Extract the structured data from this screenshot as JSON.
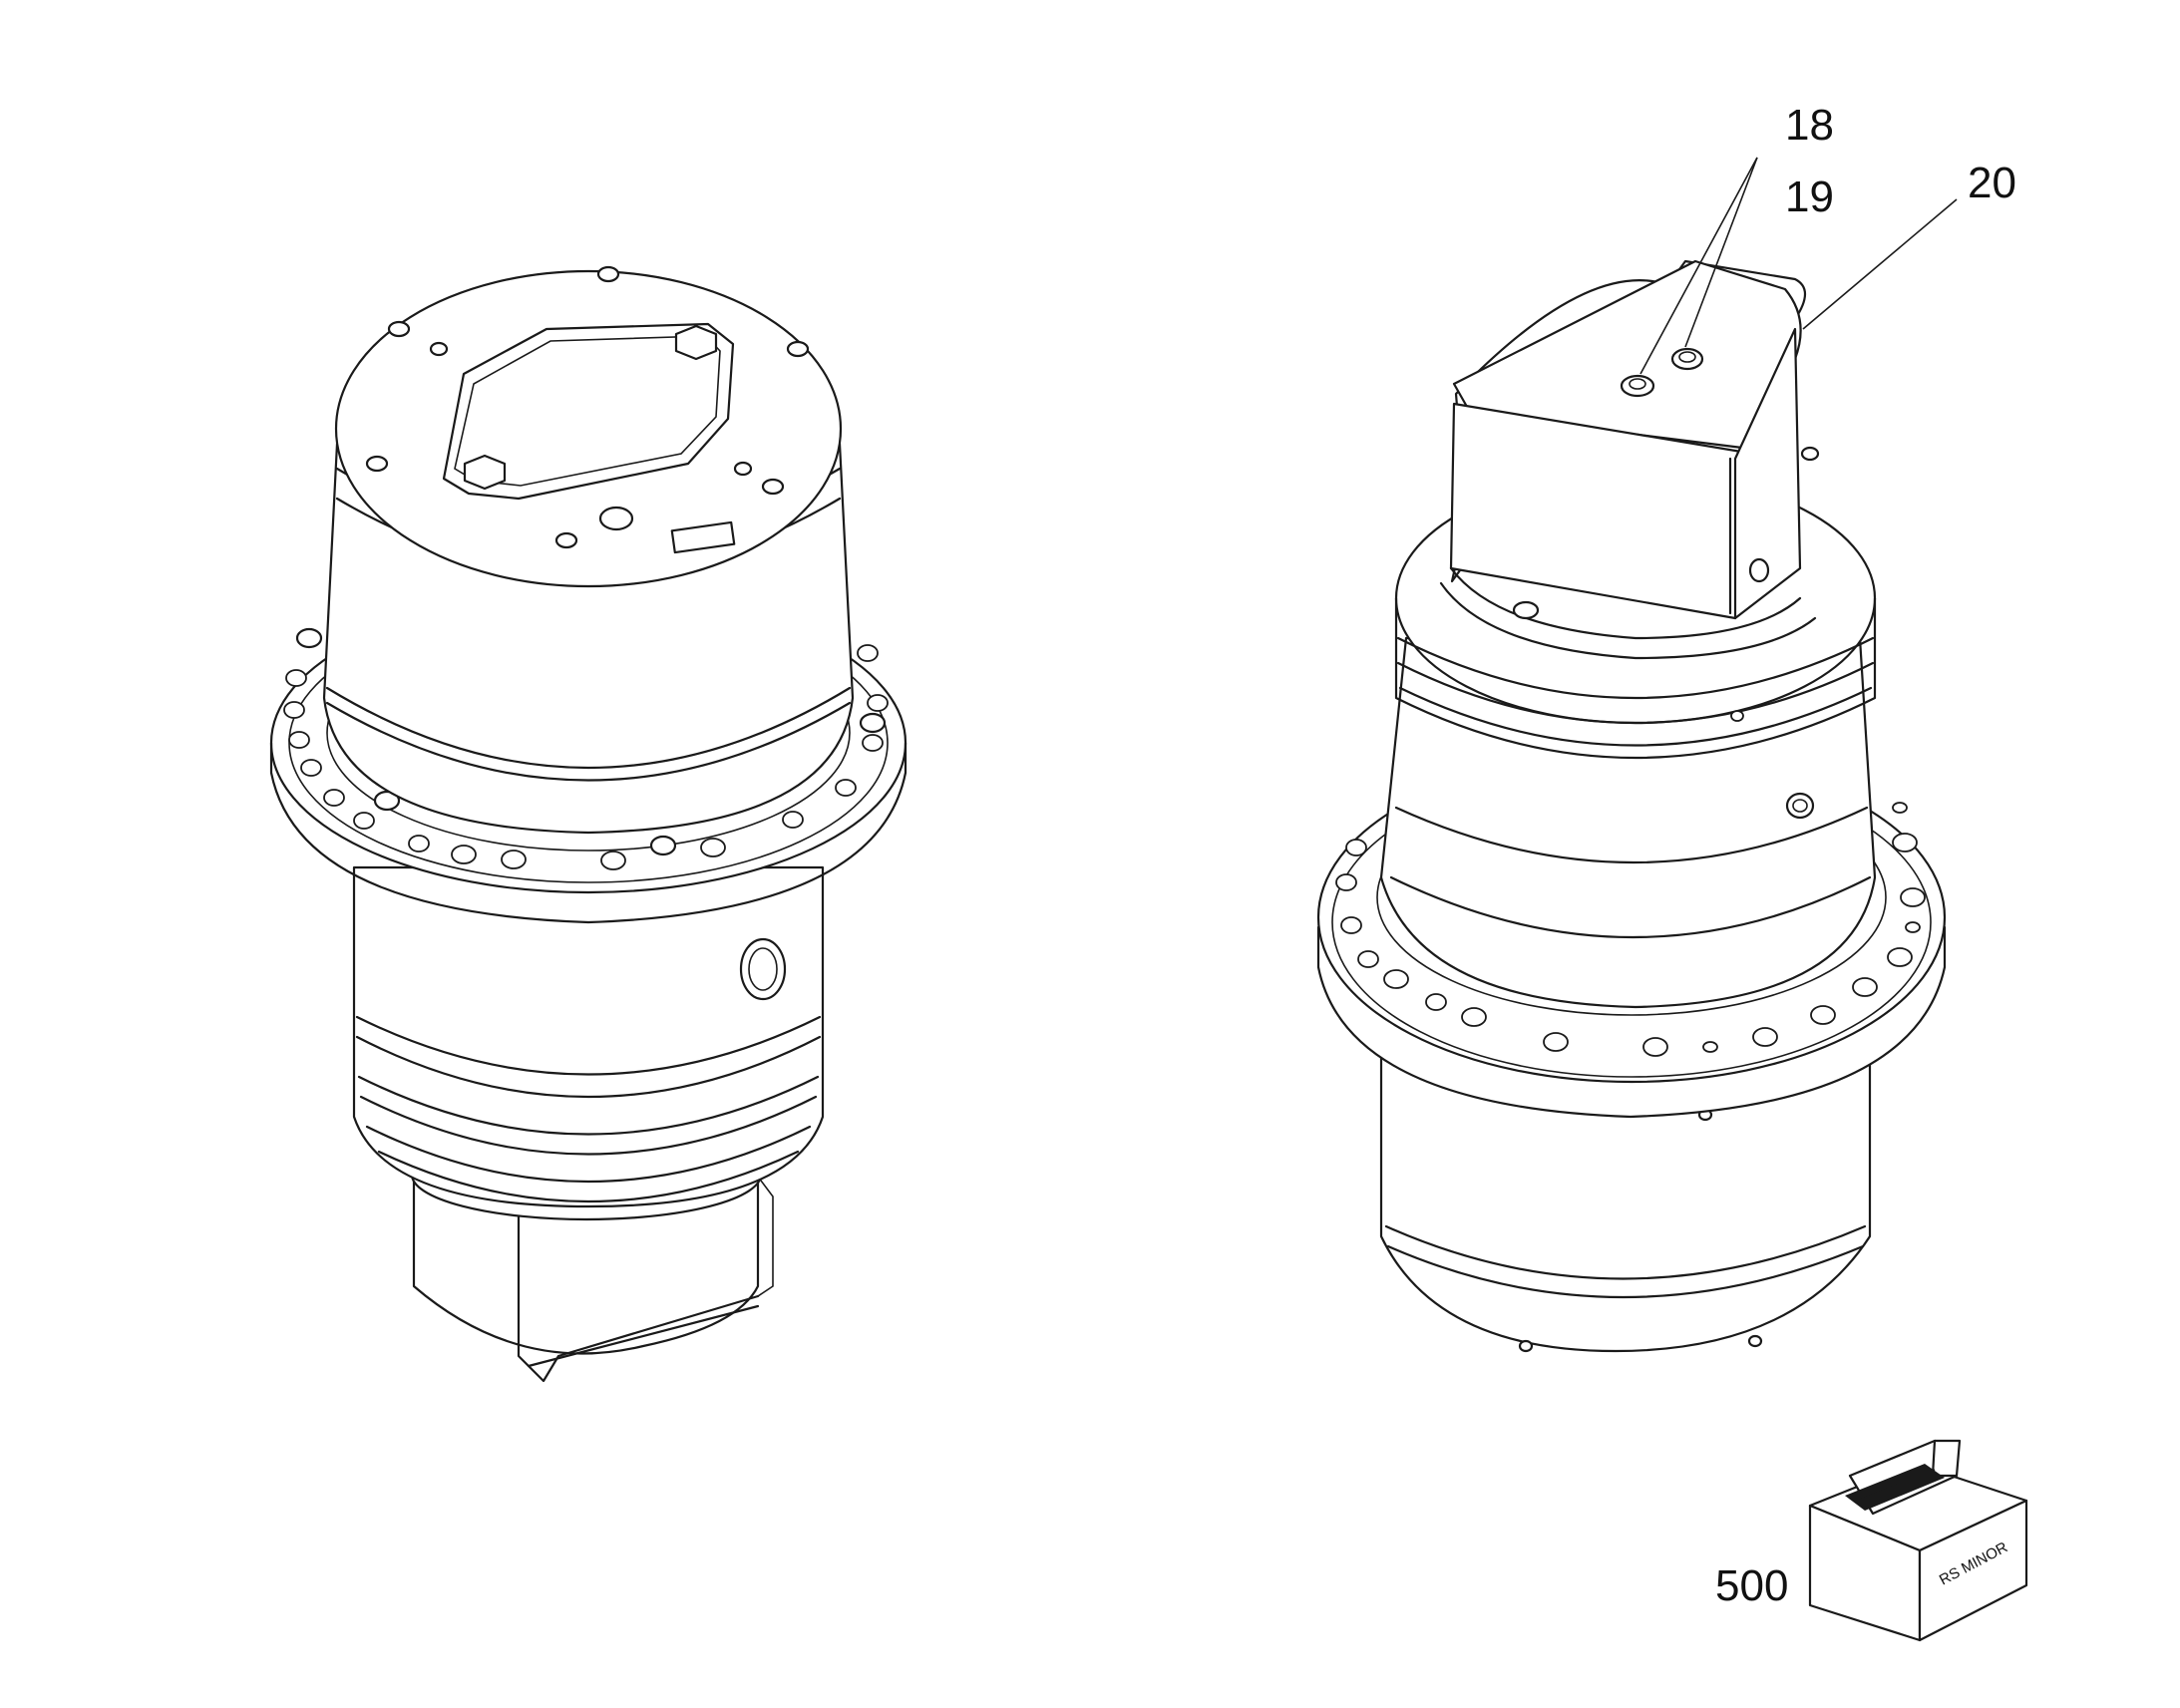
{
  "callouts": {
    "c18": "18",
    "c19": "19",
    "c20": "20",
    "c500": "500"
  },
  "package_label": "RS MINOR",
  "colors": {
    "line": "#1a1a1a",
    "background": "#ffffff"
  }
}
